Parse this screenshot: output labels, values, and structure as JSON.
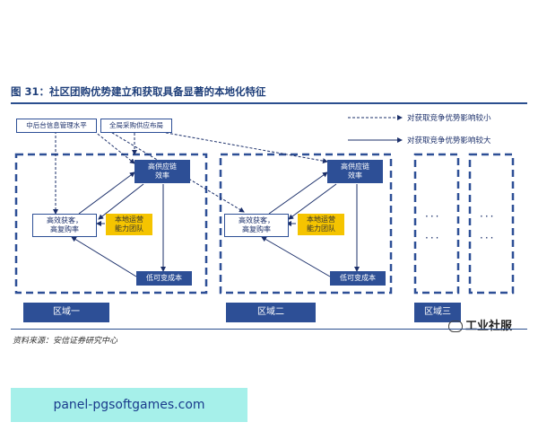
{
  "figure": {
    "title": "图 31：社区团购优势建立和获取具备显著的本地化特征",
    "source": "资料来源：安信证券研究中心"
  },
  "legend": {
    "dashed_label": "对获取竞争优势影响较小",
    "solid_label": "对获取竞争优势影响较大"
  },
  "top_factors": {
    "mid_back_office": "中后台信息管理水平",
    "national_procurement": "全局采购供应布局"
  },
  "regions": [
    {
      "label": "区域一",
      "supply_chain": "高供应链\n效率",
      "acquisition": "高效获客，\n高复购率",
      "local_ops": "本地运营\n能力团队",
      "low_cost": "低可变成本"
    },
    {
      "label": "区域二",
      "supply_chain": "高供应链\n效率",
      "acquisition": "高效获客，\n高复购率",
      "local_ops": "本地运营\n能力团队",
      "low_cost": "低可变成本"
    },
    {
      "label": "区域三",
      "dots": "···"
    },
    {
      "dots": "···"
    }
  ],
  "watermark": "工业社服",
  "footer_url": "panel-pgsoftgames.com",
  "colors": {
    "primary": "#2d4f96",
    "yellow": "#f5c400",
    "rule": "#2b4f8f",
    "url_bg": "#a6f0ea"
  }
}
